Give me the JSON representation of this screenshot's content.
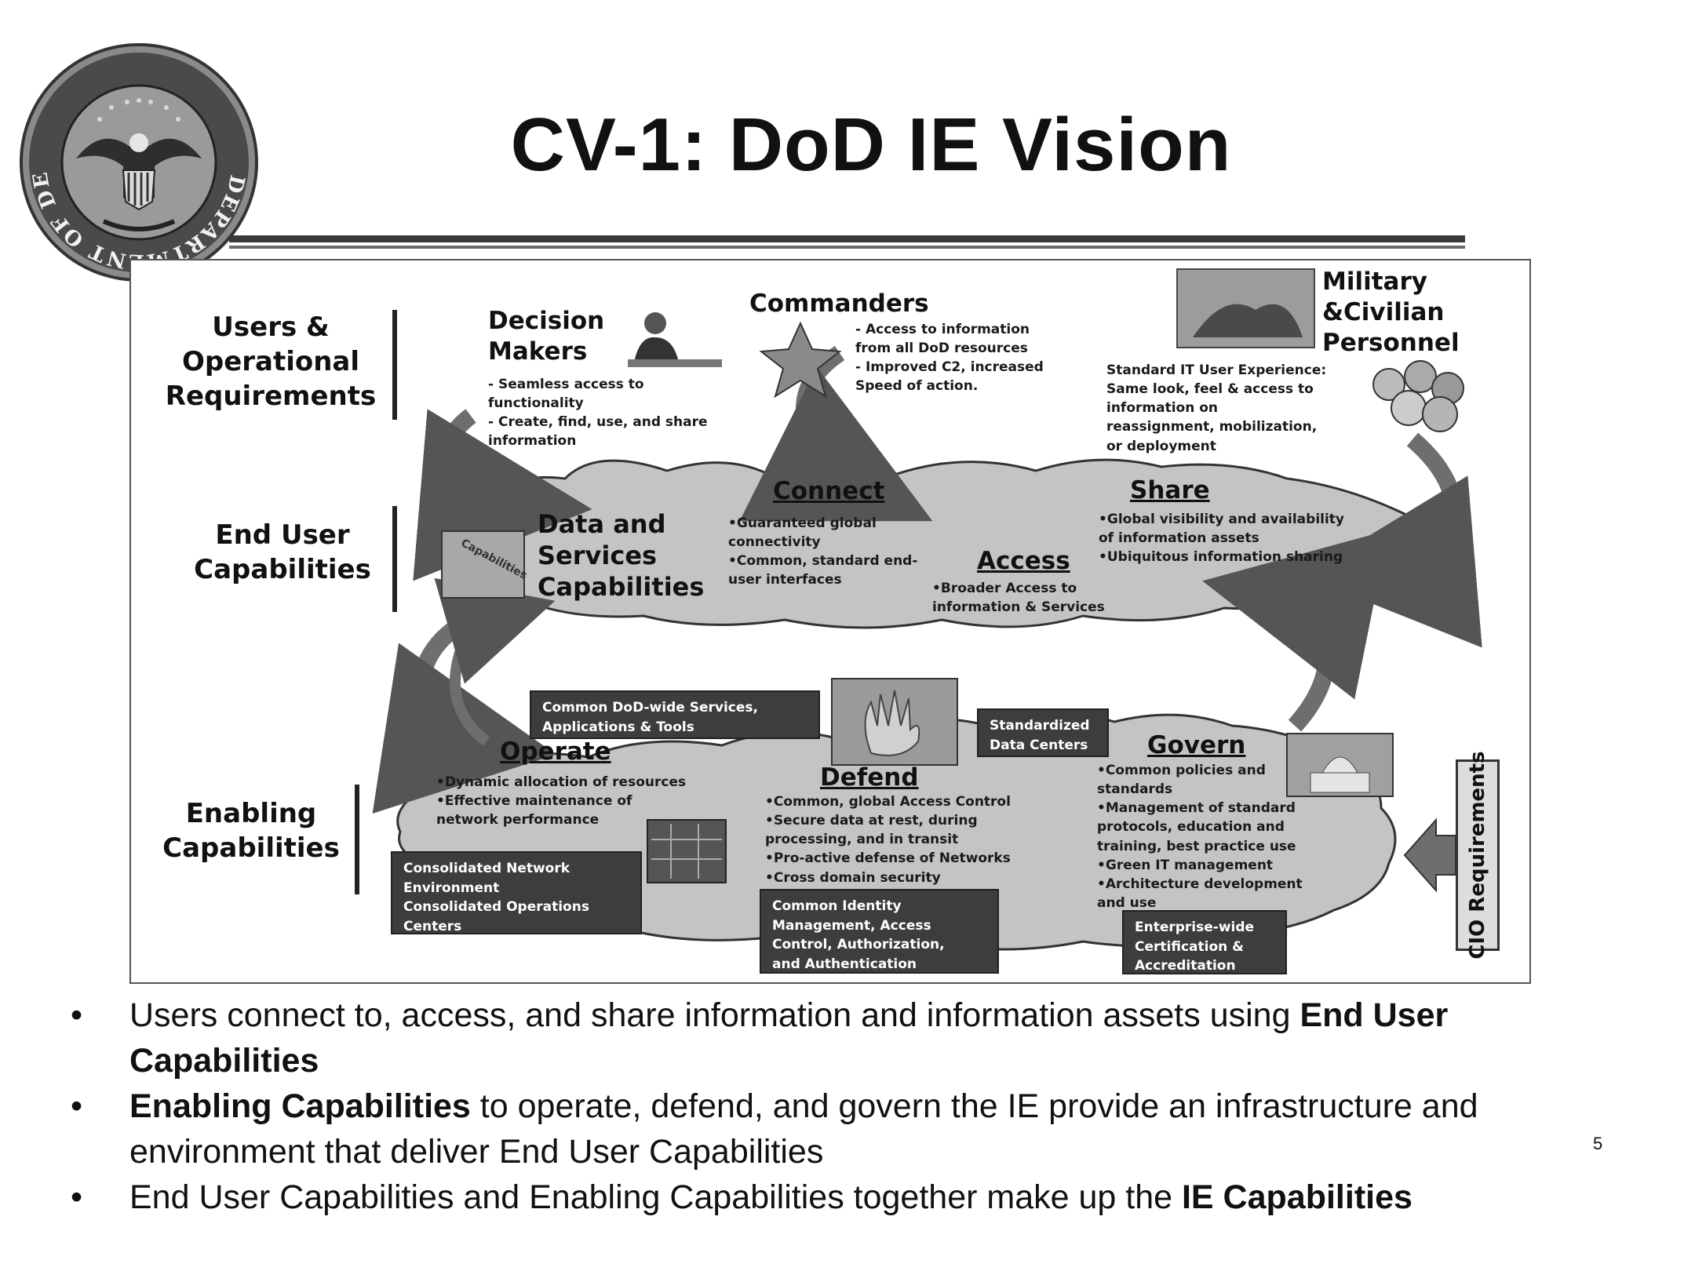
{
  "title": "CV-1: DoD IE Vision",
  "seal": {
    "text": "DEPARTMENT OF DEFENSE • UNITED STATES OF AMERICA"
  },
  "rows": {
    "users_ops": "Users &\nOperational\nRequirements",
    "end_user": "End User\nCapabilities",
    "enabling": "Enabling\nCapabilities"
  },
  "decision_makers": {
    "title": "Decision\nMakers",
    "text": "- Seamless access to\nfunctionality\n- Create, find, use, and share\ninformation"
  },
  "commanders": {
    "title": "Commanders",
    "text": "- Access to information\nfrom all DoD resources\n- Improved C2, increased\nSpeed of action."
  },
  "military": {
    "title": "Military\n&Civilian\nPersonnel",
    "text": "Standard IT User Experience:\nSame look, feel & access to\ninformation on\nreassignment, mobilization,\nor deployment"
  },
  "data_services": {
    "title": "Data and\nServices\nCapabilities",
    "icon_text": "Capabilities"
  },
  "connect": {
    "title": "Connect",
    "text": "•Guaranteed global\nconnectivity\n•Common, standard end-\nuser interfaces"
  },
  "access": {
    "title": "Access",
    "text": "•Broader Access to\ninformation & Services"
  },
  "share": {
    "title": "Share",
    "text": "•Global visibility and availability\nof information assets\n•Ubiquitous information sharing"
  },
  "boxes": {
    "common_services": "Common DoD-wide Services,\nApplications & Tools",
    "std_datacenters": "Standardized\nData Centers",
    "consolidated": "Consolidated Network\nEnvironment\nConsolidated Operations\nCenters",
    "identity": "Common Identity\nManagement, Access\nControl, Authorization,\nand Authentication",
    "enterprise": "Enterprise-wide\nCertification &\nAccreditation"
  },
  "operate": {
    "title": "Operate",
    "text": "•Dynamic allocation of resources\n•Effective maintenance of\nnetwork performance"
  },
  "defend": {
    "title": "Defend",
    "text": "•Common, global Access Control\n•Secure data at rest, during\nprocessing, and in transit\n•Pro-active defense of Networks\n•Cross domain security"
  },
  "govern": {
    "title": "Govern",
    "text": "•Common policies and\nstandards\n•Management of standard\nprotocols, education and\ntraining, best practice use\n•Green IT management\n•Architecture development\nand use"
  },
  "cio": "CIO Requirements",
  "bullets": [
    {
      "normal": "Users connect to, access, and share information and information assets using ",
      "bold": "End User Capabilities",
      "after": ""
    },
    {
      "bold": "Enabling Capabilities",
      "after": " to operate, defend, and govern the IE provide an infrastructure and environment that deliver End User Capabilities"
    },
    {
      "normal": "End User Capabilities and Enabling Capabilities together make up the ",
      "bold": "IE Capabilities",
      "after": ""
    }
  ],
  "bullet_glyph": "•",
  "page_number": "5",
  "colors": {
    "cloud": "#c4c4c4",
    "cloud_edge": "#333333",
    "dark_box": "#3d3d3d",
    "arrow": "#6e6e6e"
  }
}
